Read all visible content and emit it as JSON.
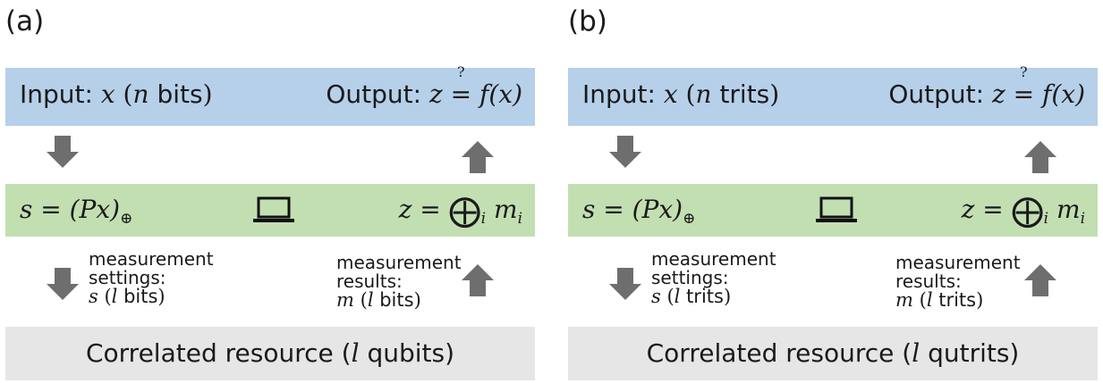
{
  "panels": [
    {
      "label": "(a)",
      "input_label": "Input:",
      "input_var": "x",
      "input_count_var": "n",
      "input_unit": "bits",
      "output_label": "Output:",
      "output_lhs": "z",
      "output_question": "?",
      "output_rhs": "f(x)",
      "settings_lhs": "s = (Px)",
      "settings_sub": "⊕",
      "results_lhs": "z =",
      "results_op": "⨁",
      "results_index": "i",
      "results_term": "m",
      "results_term_index": "i",
      "settings_caption_1": "measurement",
      "settings_caption_2": "settings:",
      "settings_var": "s",
      "settings_count_var": "l",
      "settings_unit": "bits",
      "results_caption_1": "measurement",
      "results_caption_2": "results:",
      "results_var": "m",
      "results_count_var": "l",
      "results_unit": "bits",
      "resource_prefix": "Correlated resource (",
      "resource_var": "l",
      "resource_suffix": "qubits)"
    },
    {
      "label": "(b)",
      "input_label": "Input:",
      "input_var": "x",
      "input_count_var": "n",
      "input_unit": "trits",
      "output_label": "Output:",
      "output_lhs": "z",
      "output_question": "?",
      "output_rhs": "f(x)",
      "settings_lhs": "s = (Px)",
      "settings_sub": "⊕",
      "results_lhs": "z =",
      "results_op": "⨁",
      "results_index": "i",
      "results_term": "m",
      "results_term_index": "i",
      "settings_caption_1": "measurement",
      "settings_caption_2": "settings:",
      "settings_var": "s",
      "settings_count_var": "l",
      "settings_unit": "trits",
      "results_caption_1": "measurement",
      "results_caption_2": "results:",
      "results_var": "m",
      "results_count_var": "l",
      "results_unit": "trits",
      "resource_prefix": "Correlated resource (",
      "resource_var": "l",
      "resource_suffix": "qutrits)"
    }
  ],
  "colors": {
    "io_bar": "#b6d0ea",
    "classical_bar": "#c2dfb2",
    "resource_bar": "#e6e6e6",
    "arrow": "#6e6e6e"
  }
}
